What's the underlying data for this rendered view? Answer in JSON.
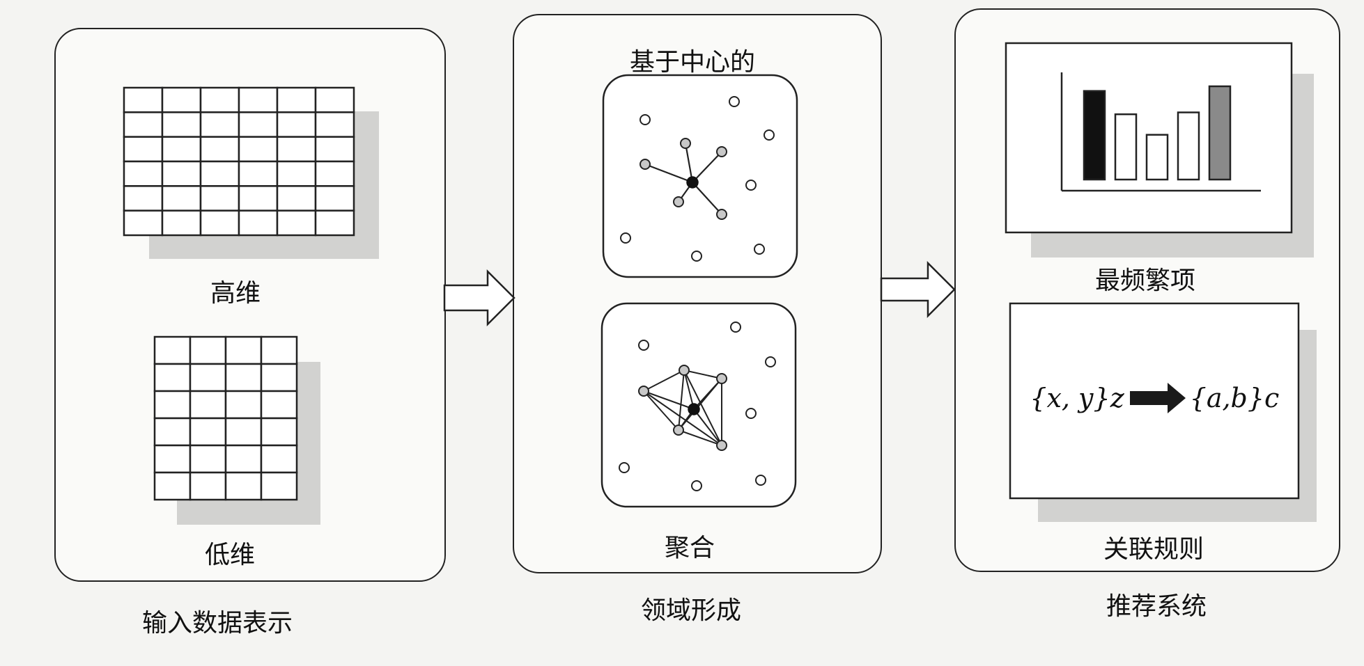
{
  "stages": [
    {
      "caption": "输入数据表示",
      "labels": {
        "high": "高维",
        "low": "低维"
      }
    },
    {
      "caption": "领域形成",
      "labels": {
        "centroid": "基于中心的",
        "agglomerative": "聚合"
      }
    },
    {
      "caption": "推荐系统",
      "labels": {
        "frequent": "最频繁项",
        "rules": "关联规则"
      }
    }
  ],
  "high_dim_grid": {
    "rows": 6,
    "cols": 6
  },
  "low_dim_grid": {
    "rows": 6,
    "cols": 4
  },
  "frequent_items_chart": {
    "type": "bar",
    "values": [
      0.95,
      0.7,
      0.48,
      0.72,
      1.0
    ],
    "fills": [
      "#111111",
      "#ffffff",
      "#ffffff",
      "#ffffff",
      "#8a8a8a"
    ]
  },
  "association_rule": {
    "antecedent": "{x, y}z",
    "consequent": "{a,b}c"
  },
  "colors": {
    "stroke": "#222222",
    "shadow": "#d2d2d0",
    "node": "#c8c8c8",
    "center": "#111111"
  }
}
